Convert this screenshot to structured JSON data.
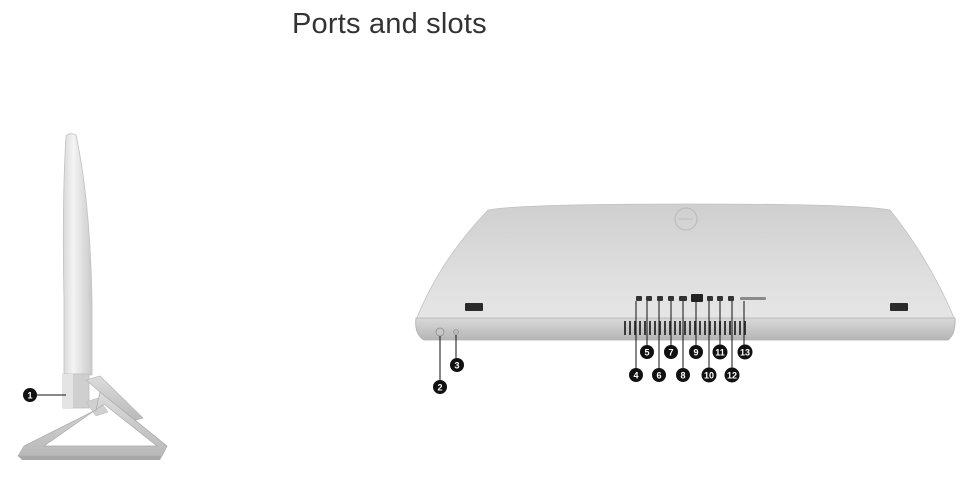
{
  "page": {
    "title": "Ports and slots"
  },
  "views": [
    {
      "name": "side-view",
      "callouts": [
        "1"
      ]
    },
    {
      "name": "rear-view",
      "callouts": [
        "2",
        "3",
        "4",
        "5",
        "6",
        "7",
        "8",
        "9",
        "10",
        "11",
        "12",
        "13"
      ]
    }
  ],
  "colors": {
    "device_silver": "#d4d4d4",
    "device_light": "#ececec",
    "port_dark": "#1e1e1e",
    "callout_bg": "#111111",
    "callout_text": "#ffffff"
  },
  "icons": {
    "logo": "dell-logo"
  }
}
